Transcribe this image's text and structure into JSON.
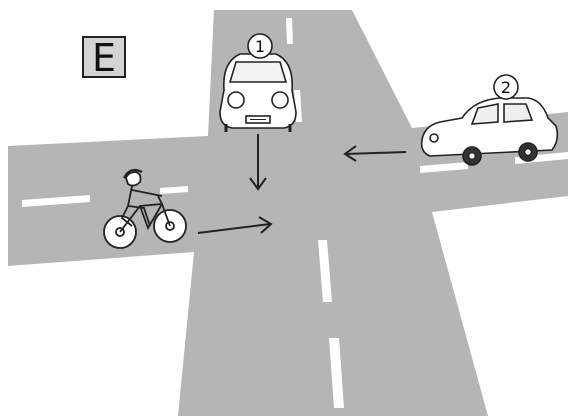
{
  "scene": {
    "colors": {
      "road": "#b5b5b5",
      "background": "#ffffff",
      "marking": "#ffffff",
      "outline": "#222222"
    },
    "label": "E",
    "vehicles": [
      {
        "id": "car-1",
        "number": "1",
        "direction": "southbound",
        "icon": "car-front-icon"
      },
      {
        "id": "car-2",
        "number": "2",
        "direction": "westbound",
        "icon": "car-side-icon"
      },
      {
        "id": "bicycle",
        "direction": "eastbound",
        "icon": "cyclist-icon"
      }
    ]
  }
}
